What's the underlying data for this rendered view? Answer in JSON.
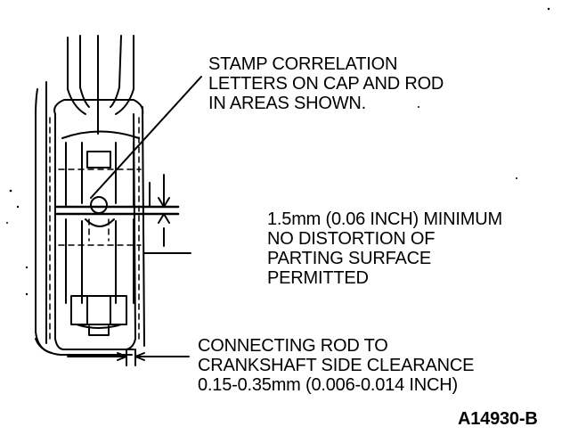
{
  "callouts": {
    "stamp": {
      "lines": [
        "STAMP CORRELATION",
        "LETTERS ON CAP AND ROD",
        "IN AREAS SHOWN."
      ]
    },
    "minimum": {
      "lines": [
        "1.5mm (0.06 INCH) MINIMUM",
        "NO DISTORTION OF",
        "PARTING SURFACE",
        "PERMITTED"
      ]
    },
    "clearance": {
      "lines": [
        "CONNECTING ROD TO",
        "CRANKSHAFT SIDE CLEARANCE",
        "0.15-0.35mm (0.006-0.014 INCH)"
      ]
    }
  },
  "figure_ref": "A14930-B"
}
